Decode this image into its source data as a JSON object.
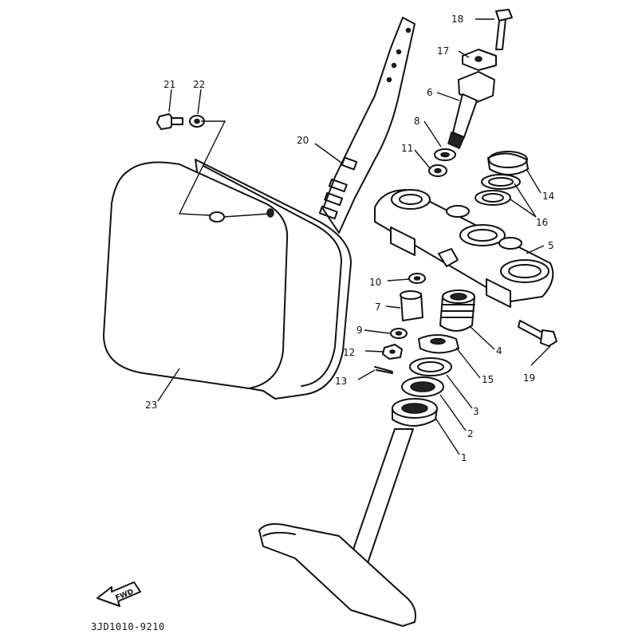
{
  "diagram": {
    "callouts": {
      "p1": "1",
      "p2": "2",
      "p3": "3",
      "p4": "4",
      "p5": "5",
      "p6": "6",
      "p7": "7",
      "p8": "8",
      "p9": "9",
      "p10": "10",
      "p11": "11",
      "p12": "12",
      "p13": "13",
      "p14": "14",
      "p15": "15",
      "p16": "16",
      "p17": "17",
      "p18": "18",
      "p19": "19",
      "p20": "20",
      "p21": "21",
      "p22": "22",
      "p23": "23"
    },
    "fwd_label": "FWD",
    "figure_code": "3JD1010-9210"
  }
}
